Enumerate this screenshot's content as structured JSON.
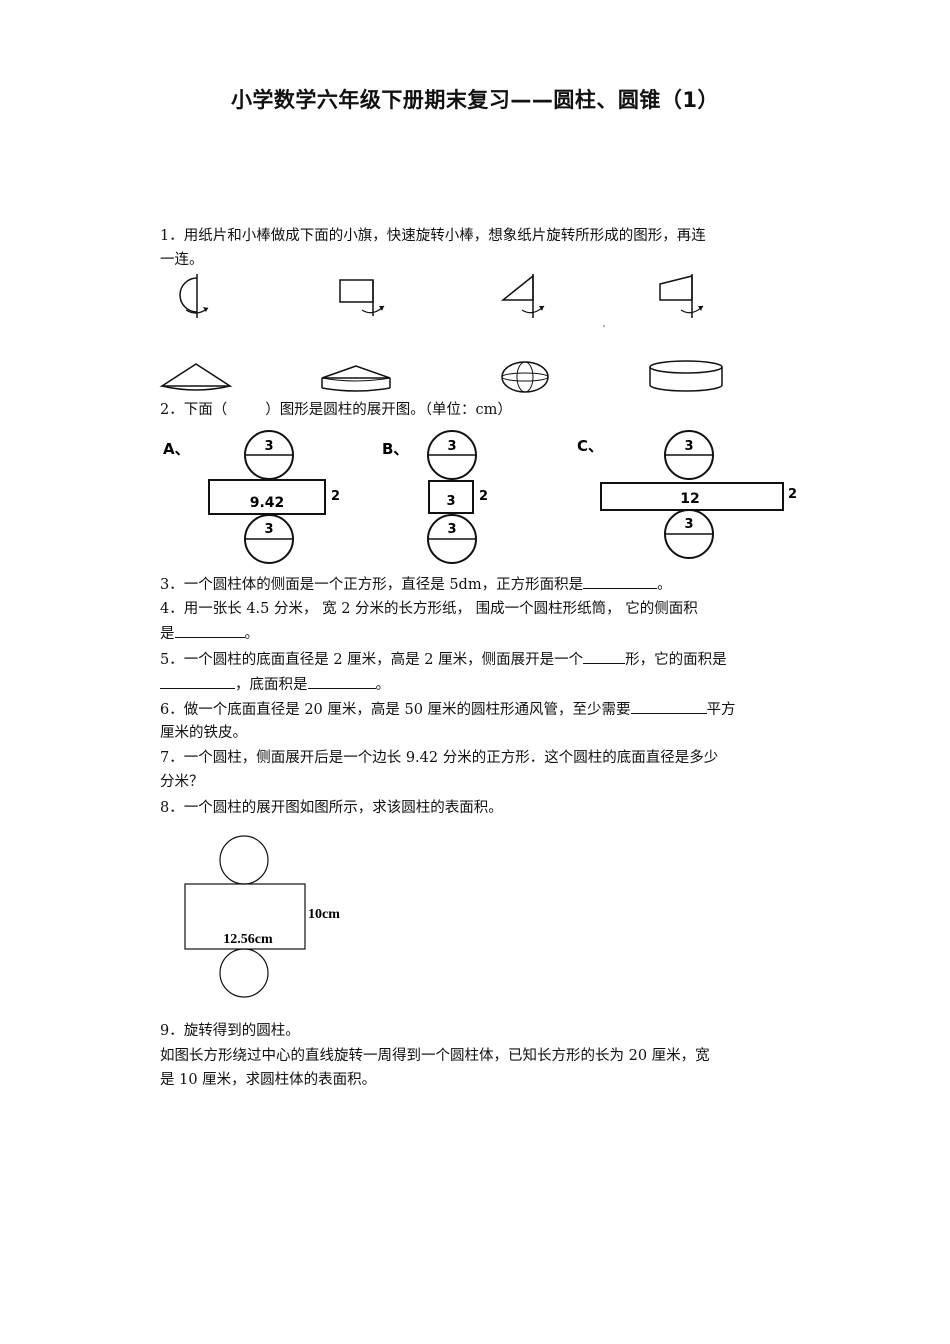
{
  "title": "小学数学六年级下册期末复习——圆柱、圆锥（1）",
  "q1": {
    "line1": "1．用纸片和小棒做成下面的小旗，快速旋转小棒，想象纸片旋转所形成的图形，再连",
    "line2": "一连。"
  },
  "q2": {
    "before": "2．下面（",
    "after": "）图形是圆柱的展开图。（单位：cm）",
    "options": [
      {
        "label": "A、",
        "top": "3",
        "rect": "9.42",
        "bottom": "3",
        "height": "2"
      },
      {
        "label": "B、",
        "top": "3",
        "rect": "3",
        "bottom": "3",
        "height": "2"
      },
      {
        "label": "C、",
        "top": "3",
        "rect": "12",
        "bottom": "3",
        "height": "2"
      }
    ]
  },
  "q3": {
    "text": "3．一个圆柱体的侧面是一个正方形，直径是 5dm，正方形面积是",
    "end": "。"
  },
  "q4": {
    "line1": "4．用一张长 4.5 分米， 宽 2 分米的长方形纸， 围成一个圆柱形纸筒， 它的侧面积",
    "line2": "是",
    "end": "。"
  },
  "q5": {
    "line1a": "5．一个圆柱的底面直径是 2 厘米，高是 2 厘米，侧面展开是一个",
    "line1b": "形，它的面积是",
    "line2mid": "，底面积是",
    "end": "。"
  },
  "q6": {
    "line1a": "6．做一个底面直径是 20 厘米，高是 50 厘米的圆柱形通风管，至少需要",
    "line1b": "平方",
    "line2": "厘米的铁皮。"
  },
  "q7": {
    "line1": "7．一个圆柱，侧面展开后是一个边长 9.42 分米的正方形．这个圆柱的底面直径是多少",
    "line2": "分米？"
  },
  "q8": {
    "text": "8．一个圆柱的展开图如图所示，求该圆柱的表面积。",
    "rect_label": "12.56cm",
    "height_label": "10cm"
  },
  "q9": {
    "line1": "9．旋转得到的圆柱。",
    "line2": "如图长方形绕过中心的直线旋转一周得到一个圆柱体，已知长方形的长为 20 厘米，宽",
    "line3": "是 10 厘米，求圆柱体的表面积。"
  }
}
